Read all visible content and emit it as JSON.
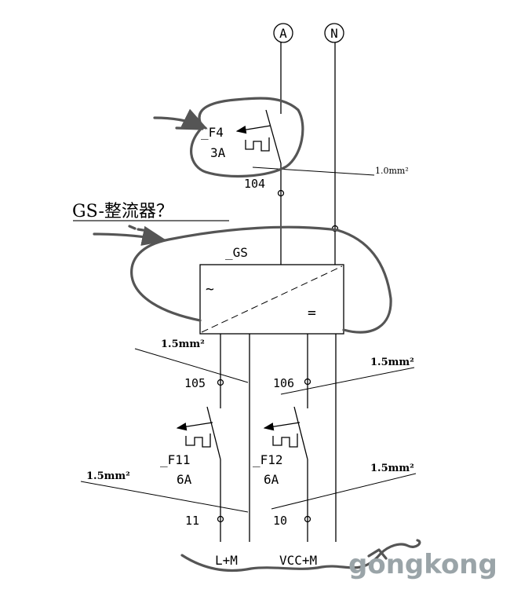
{
  "terminals": {
    "a": "A",
    "n": "N"
  },
  "annotation": {
    "question": "GS-整流器？"
  },
  "breaker_f4": {
    "name": "_F4",
    "rating": "3A"
  },
  "rectifier": {
    "name": "_GS",
    "ac_symbol": "~",
    "dc_symbol": "="
  },
  "breaker_f11": {
    "name": "_F11",
    "rating": "6A"
  },
  "breaker_f12": {
    "name": "_F12",
    "rating": "6A"
  },
  "wire_numbers": {
    "w104": "104",
    "w105": "105",
    "w106": "106",
    "w11": "11",
    "w10": "10"
  },
  "cable_sizes": {
    "top": "1.0mm²",
    "left_upper": "1.5mm²",
    "right_upper": "1.5mm²",
    "left_lower": "1.5mm²",
    "right_lower": "1.5mm²"
  },
  "outputs": {
    "left": "L+M",
    "right": "VCC+M"
  },
  "watermark": {
    "text": "gongkong",
    "color": "#9aa4a8"
  }
}
